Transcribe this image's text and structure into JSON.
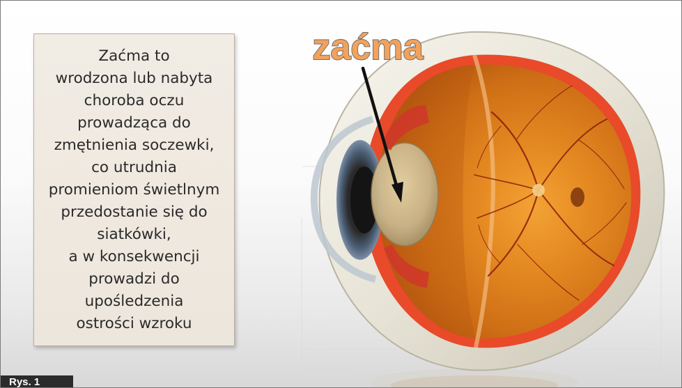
{
  "description": {
    "lines": [
      "Zaćma to",
      "wrodzona lub nabyta",
      "choroba oczu",
      "prowadząca do",
      "zmętnienia soczewki,",
      "co utrudnia",
      "promieniom świetlnym",
      "przedostanie się do",
      "siatkówki,",
      "a w konsekwencji",
      "prowadzi do",
      "upośledzenia",
      "ostrości wzroku"
    ]
  },
  "callout": {
    "label": "zaćma"
  },
  "figure": {
    "badge": "Rys. 1"
  },
  "colors": {
    "label_fill": "#f2a25c",
    "label_stroke": "#6e6e6e",
    "eye_interior": "#d0741c",
    "vessel": "#8a1d0c",
    "badge_bg": "#2b2b2b"
  }
}
